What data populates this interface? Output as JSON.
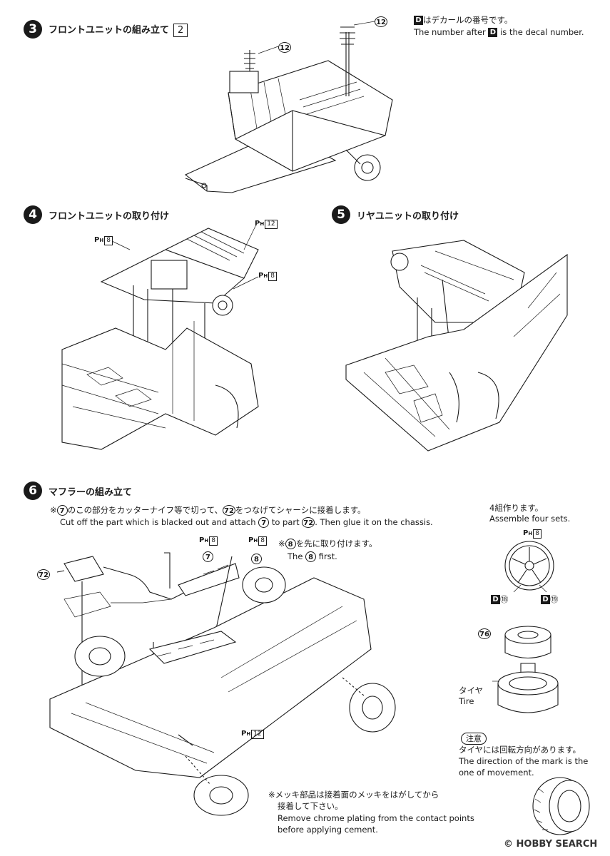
{
  "decal_note": {
    "ja_suffix": "はデカールの番号です。",
    "en_prefix": "The number after",
    "en_suffix": "is the decal number.",
    "d_letter": "D"
  },
  "steps": [
    {
      "num": "3",
      "title": "フロントユニットの組み立て",
      "box": "2"
    },
    {
      "num": "4",
      "title": "フロントユニットの取り付け"
    },
    {
      "num": "5",
      "title": "リヤユニットの取り付け"
    },
    {
      "num": "6",
      "title": "マフラーの組み立て"
    }
  ],
  "parts": {
    "p12": "12",
    "p7": "7",
    "p8": "8",
    "p72": "72",
    "p76": "76",
    "ph_letter": "P",
    "ph_sub": "H",
    "ph8": "8",
    "ph12": "12",
    "d18": "⑱",
    "d19": "⑲"
  },
  "step6_note": {
    "mark": "※",
    "ja_1": "のこの部分をカッターナイフ等で切って、",
    "ja_2": "をつなげてシャーシに接着します。",
    "en_1": "Cut off the part which is blacked out and attach",
    "en_2": "to part",
    "en_3": ". Then glue it on the chassis.",
    "first_ja": "を先に取り付けます。",
    "first_en_pre": "The",
    "first_en_post": "first."
  },
  "assemble": {
    "ja": "4組作ります。",
    "en": "Assemble four sets."
  },
  "tire": {
    "ja": "タイヤ",
    "en": "Tire"
  },
  "caution": {
    "badge": "注意",
    "ja": "タイヤには回転方向があります。",
    "en_1": "The direction of the mark is the",
    "en_2": "one of movement."
  },
  "chrome_note": {
    "ja_1": "※メッキ部品は接着面のメッキをはがしてから",
    "ja_2": "接着して下さい。",
    "en_1": "Remove chrome plating from the contact points",
    "en_2": "before applying cement."
  },
  "watermark": "© HOBBY SEARCH"
}
